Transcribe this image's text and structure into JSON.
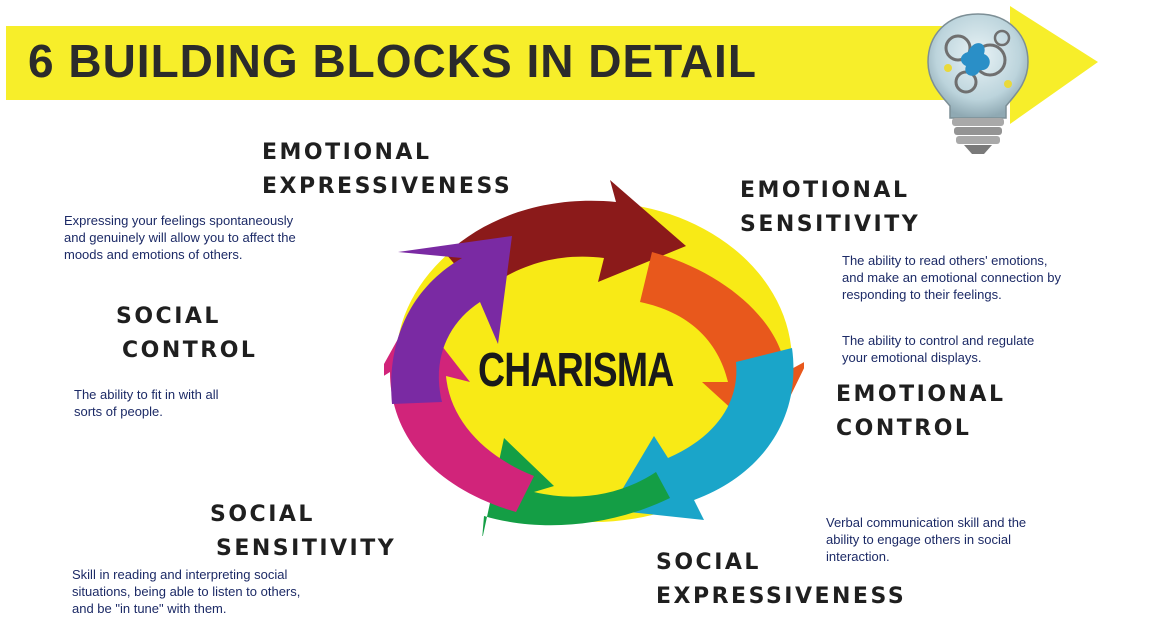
{
  "title": "6 BUILDING BLOCKS IN DETAIL",
  "center_label": "CHARISMA",
  "blocks": {
    "emotional_expressiveness": {
      "heading_line1": "EMOTIONAL",
      "heading_line2": "EXPRESSIVENESS",
      "desc_line1": "Expressing your feelings spontaneously",
      "desc_line2": "and genuinely will allow you to affect the",
      "desc_line3": "moods and emotions of others."
    },
    "emotional_sensitivity": {
      "heading_line1": "EMOTIONAL",
      "heading_line2": "SENSITIVITY",
      "desc_line1": "The ability to read others' emotions,",
      "desc_line2": "and make an emotional connection by",
      "desc_line3": "responding to their feelings."
    },
    "emotional_control": {
      "heading_line1": "EMOTIONAL",
      "heading_line2": "CONTROL",
      "desc_line1": "The ability to control and regulate",
      "desc_line2": "your emotional displays."
    },
    "social_control": {
      "heading_line1": "SOCIAL",
      "heading_line2": "CONTROL",
      "desc_line1": "The ability to fit in with all",
      "desc_line2": "sorts of people."
    },
    "social_sensitivity": {
      "heading_line1": "SOCIAL",
      "heading_line2": "SENSITIVITY",
      "desc_line1": "Skill in reading and interpreting social",
      "desc_line2": "situations, being able to listen to others,",
      "desc_line3": "and be \"in tune\" with them."
    },
    "social_expressiveness": {
      "heading_line1": "SOCIAL",
      "heading_line2": "EXPRESSIVENESS",
      "desc_line1": "Verbal communication skill and the",
      "desc_line2": "ability to engage others in social",
      "desc_line3": "interaction."
    }
  },
  "colors": {
    "banner": "#f7ee2a",
    "heading": "#1f1f1f",
    "description": "#1c2a66",
    "cycle": [
      "#8b1a1a",
      "#e8581c",
      "#1aa5c9",
      "#149e45",
      "#d1247a",
      "#7a2aa3"
    ],
    "center": "#f8ea16"
  },
  "icons": [
    "lightbulb-icon"
  ]
}
